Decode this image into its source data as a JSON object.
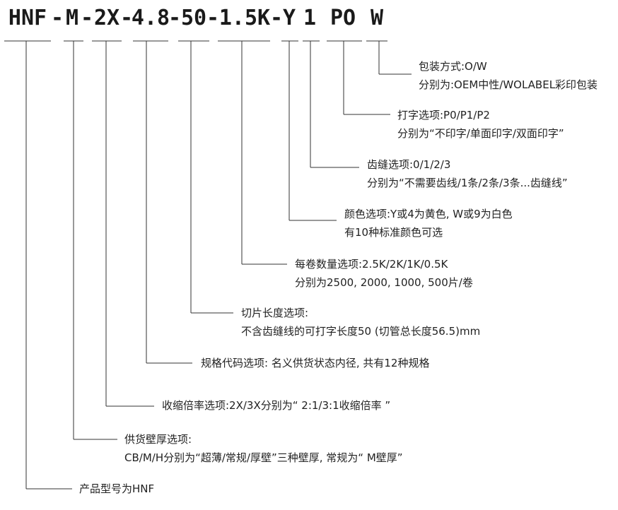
{
  "model_code": {
    "segments": [
      "HNF",
      "M",
      "2X",
      "4.8",
      "50",
      "1.5K",
      "Y",
      "1",
      "PO",
      "W"
    ],
    "separator": "-"
  },
  "annotations": [
    {
      "id": "packaging",
      "line1": "包装方式:O/W",
      "line2": "分别为:OEM中性/WOLABEL彩印包装"
    },
    {
      "id": "printing",
      "line1": "打字选项:P0/P1/P2",
      "line2": "分别为“不印字/单面印字/双面印字”"
    },
    {
      "id": "tooth-seam",
      "line1": "齿缝选项:0/1/2/3",
      "line2": "分别为“不需要齿线/1条/2条/3条...齿缝线”"
    },
    {
      "id": "color",
      "line1": "颜色选项:Y或4为黄色, W或9为白色",
      "line2": "有10种标准颜色可选"
    },
    {
      "id": "roll-quantity",
      "line1": "每卷数量选项:2.5K/2K/1K/0.5K",
      "line2": "分别为2500, 2000, 1000, 500片/卷"
    },
    {
      "id": "cut-length",
      "line1": "切片长度选项:",
      "line2": "不含齿缝线的可打字长度50 (切管总长度56.5)mm"
    },
    {
      "id": "spec-code",
      "line1": "规格代码选项: 名义供货状态内径, 共有12种规格",
      "line2": ""
    },
    {
      "id": "shrink-ratio",
      "line1": "收缩倍率选项:2X/3X分别为“ 2:1/3:1收缩倍率 ”",
      "line2": ""
    },
    {
      "id": "wall-thickness",
      "line1": "供货壁厚选项:",
      "line2": "CB/M/H分别为“超薄/常规/厚壁”三种壁厚, 常规为“ M壁厚”"
    },
    {
      "id": "product-model",
      "line1": "产品型号为HNF",
      "line2": ""
    }
  ]
}
